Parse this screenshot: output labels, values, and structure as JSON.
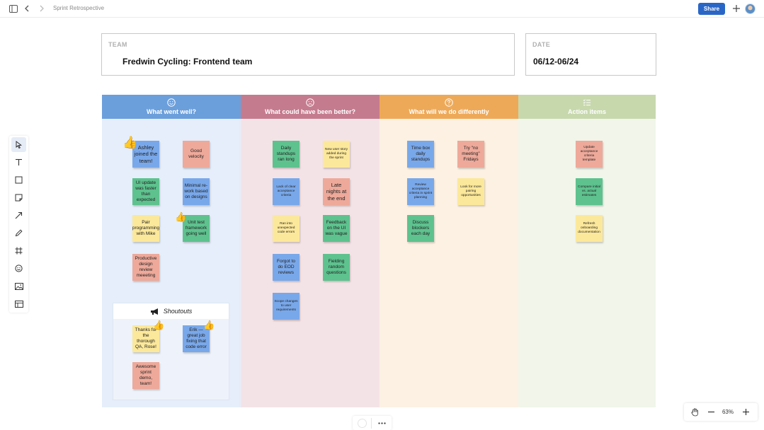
{
  "topbar": {
    "doc_title": "Sprint Retrospective",
    "share_label": "Share"
  },
  "team": {
    "label": "TEAM",
    "value": "Fredwin Cycling: Frontend team"
  },
  "date": {
    "label": "DATE",
    "value": "06/12-06/24"
  },
  "columns": [
    {
      "title": "What went well?",
      "header_color": "#6b9fdc",
      "body_color": "#e5eefa",
      "icon": "smile-icon"
    },
    {
      "title": "What could have been better?",
      "header_color": "#c57b8e",
      "body_color": "#f4e3e6",
      "icon": "frown-icon"
    },
    {
      "title": "What will we do differently",
      "header_color": "#eea958",
      "body_color": "#fcf1e3",
      "icon": "question-icon"
    },
    {
      "title": "Action items",
      "header_color": "#c7d8ad",
      "body_color": "#f1f5ea",
      "icon": "list-icon"
    }
  ],
  "notes": {
    "went_well": [
      "Ashley joined the team!",
      "Good velocity",
      "UI update was faster than expected",
      "Minimal re-work based on designs",
      "Pair programming with Mike",
      "Unit test framework going well",
      "Productive design review meeeting"
    ],
    "better": [
      "Daily standups ran long",
      "New user story added during the sprint",
      "Lack of clear acceptance criteria",
      "Late nights at the end",
      "Ran into unexpected code errors",
      "Feedback on the UI was vague",
      "Forgot to do EOD reviews",
      "Fielding random questions",
      "Scope changes to user requirements"
    ],
    "differently": [
      "Time box daily standups",
      "Try \"no meeting\" Fridays",
      "Review acceptance criteria in sprint planning",
      "Look for more pairing opportunities",
      "Discuss blockers each day"
    ],
    "actions": [
      "Update acceptance criteria template",
      "Compare initial vs. actual estimates",
      "Refresh onboarding documentation"
    ]
  },
  "shoutouts": {
    "title": "Shoutouts",
    "notes": [
      "Thanks for the thorough QA, Rose!",
      "Erik — great job fixing that code error",
      "Awesome sprint demo, team!"
    ]
  },
  "toolbar": {
    "tools": [
      "pointer-icon",
      "text-icon",
      "rectangle-icon",
      "sticky-note-icon",
      "arrow-icon",
      "pen-icon",
      "frame-icon",
      "emoji-icon",
      "image-icon",
      "template-icon"
    ]
  },
  "zoom": {
    "level": "63%"
  },
  "colors": {
    "yellow": "#fce89a",
    "salmon": "#eea99a",
    "green": "#5ec28e",
    "blue": "#79a8ea",
    "share": "#2a66c6"
  }
}
